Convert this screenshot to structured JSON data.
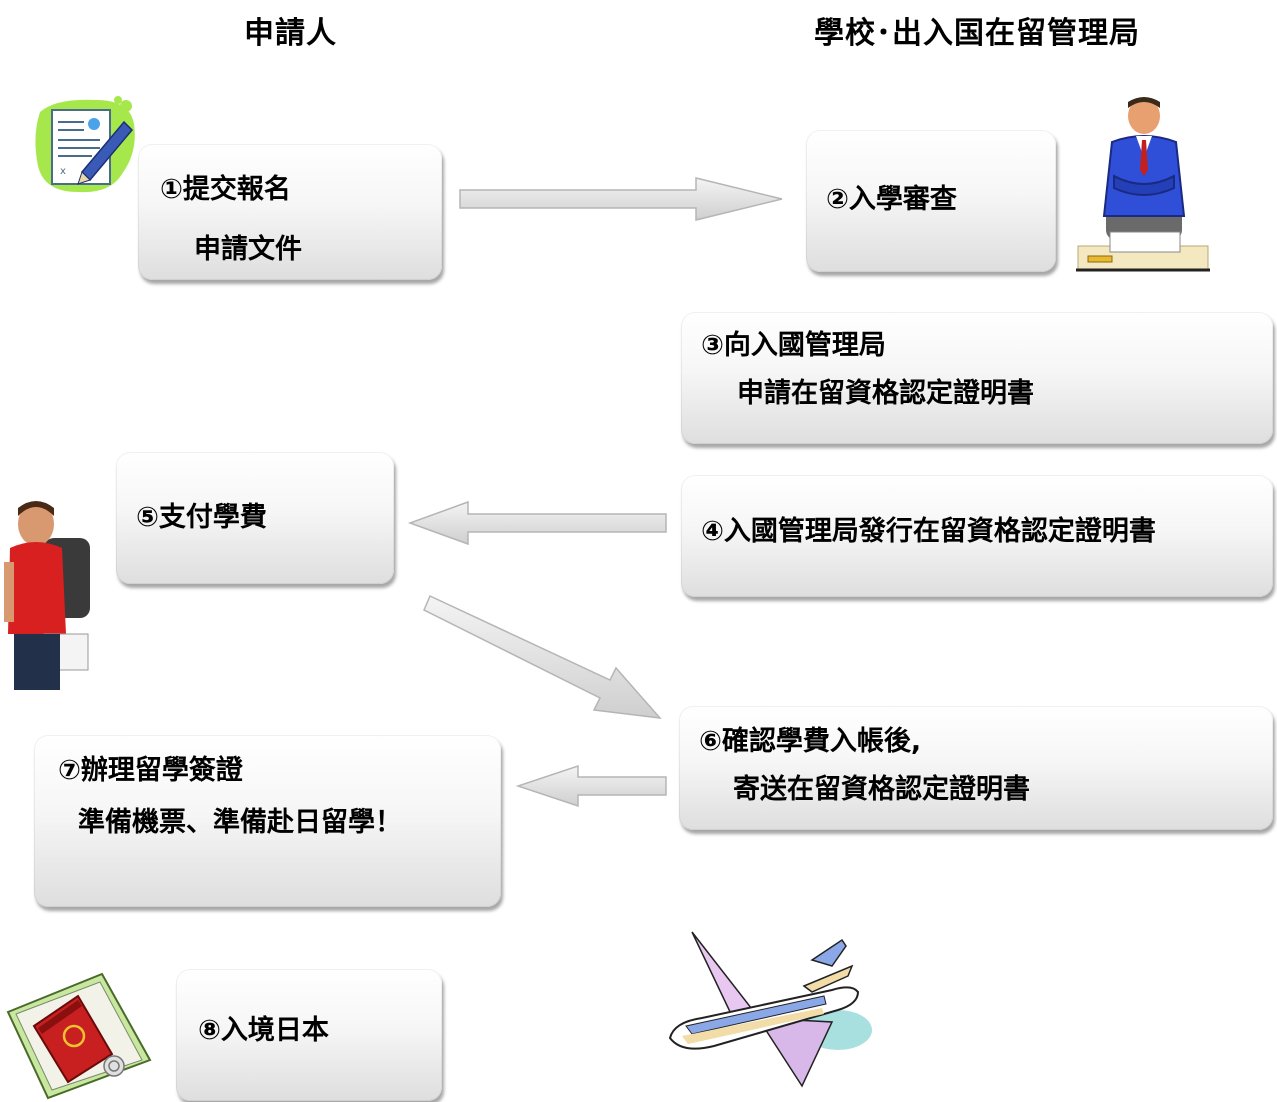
{
  "headers": {
    "applicant": "申請人",
    "school": "學校･出入国在留管理局"
  },
  "steps": {
    "s1": {
      "line1": "①提交報名",
      "line2": "申請文件"
    },
    "s2": {
      "line1": "②入學審查"
    },
    "s3": {
      "line1": "③向入國管理局",
      "line2": "申請在留資格認定證明書"
    },
    "s4": {
      "line1": "④入國管理局發行在留資格認定證明書"
    },
    "s5": {
      "line1": "⑤支付學費"
    },
    "s6": {
      "line1": "⑥確認學費入帳後,",
      "line2": "寄送在留資格認定證明書"
    },
    "s7": {
      "line1": "⑦辦理留學簽證",
      "line2": "準備機票、準備赴日留學！"
    },
    "s8": {
      "line1": "⑧入境日本"
    }
  },
  "icons": [
    "document-pen-icon",
    "businessman-icon",
    "student-icon",
    "passport-icon",
    "airplane-icon"
  ],
  "colors": {
    "box_top": "#ffffff",
    "box_bottom": "#dedede",
    "arrow_fill": "#e4e4e4",
    "arrow_stroke": "#b5b5b5"
  }
}
